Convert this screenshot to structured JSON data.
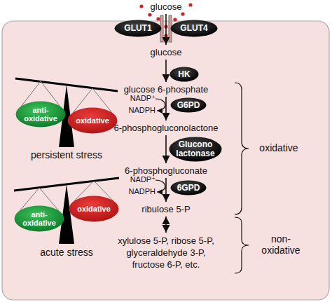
{
  "diagram": {
    "nodes": [
      {
        "text": [
          "glucose"
        ]
      },
      {
        "text": [
          "GLUT1"
        ]
      },
      {
        "text": [
          "GLUT4"
        ]
      },
      {
        "text": [
          "glucose"
        ]
      },
      {
        "text": [
          "HK"
        ]
      },
      {
        "text": [
          "glucose 6-phosphate"
        ]
      },
      {
        "text": [
          "G6PD"
        ]
      },
      {
        "text": [
          "6-phosphogluconolactone"
        ]
      },
      {
        "text": [
          "Glucono lactonase"
        ]
      },
      {
        "text": [
          "6-phosphogluconate"
        ]
      },
      {
        "text": [
          "6GPD"
        ]
      },
      {
        "text": [
          "ribulose 5-P"
        ]
      },
      {
        "text": [
          "xylulose 5-P, ribose 5-P, glyceraldehyde 3-P, fructose 6-P, etc."
        ]
      },
      {
        "text": [
          "anti-oxidative"
        ]
      },
      {
        "text": [
          "oxidative"
        ]
      },
      {
        "text": [
          "anti-oxidative"
        ]
      },
      {
        "text": [
          "oxidative"
        ]
      }
    ],
    "edges": [
      {
        "from": 0,
        "to": 3,
        "arrow": "to"
      },
      {
        "from": 3,
        "to": 5,
        "arrow": "to"
      },
      {
        "from": 5,
        "to": 7,
        "arrow": "to"
      },
      {
        "from": 7,
        "to": 9,
        "arrow": "to"
      },
      {
        "from": 9,
        "to": 11,
        "arrow": "to"
      },
      {
        "from": 11,
        "to": 12,
        "arrow": "both"
      }
    ],
    "labels": [
      "NADP⁺",
      "NADPH",
      "NADP⁺",
      "NADPH",
      "persistent stress",
      "acute stress",
      "oxidative",
      "non-oxidative"
    ]
  }
}
